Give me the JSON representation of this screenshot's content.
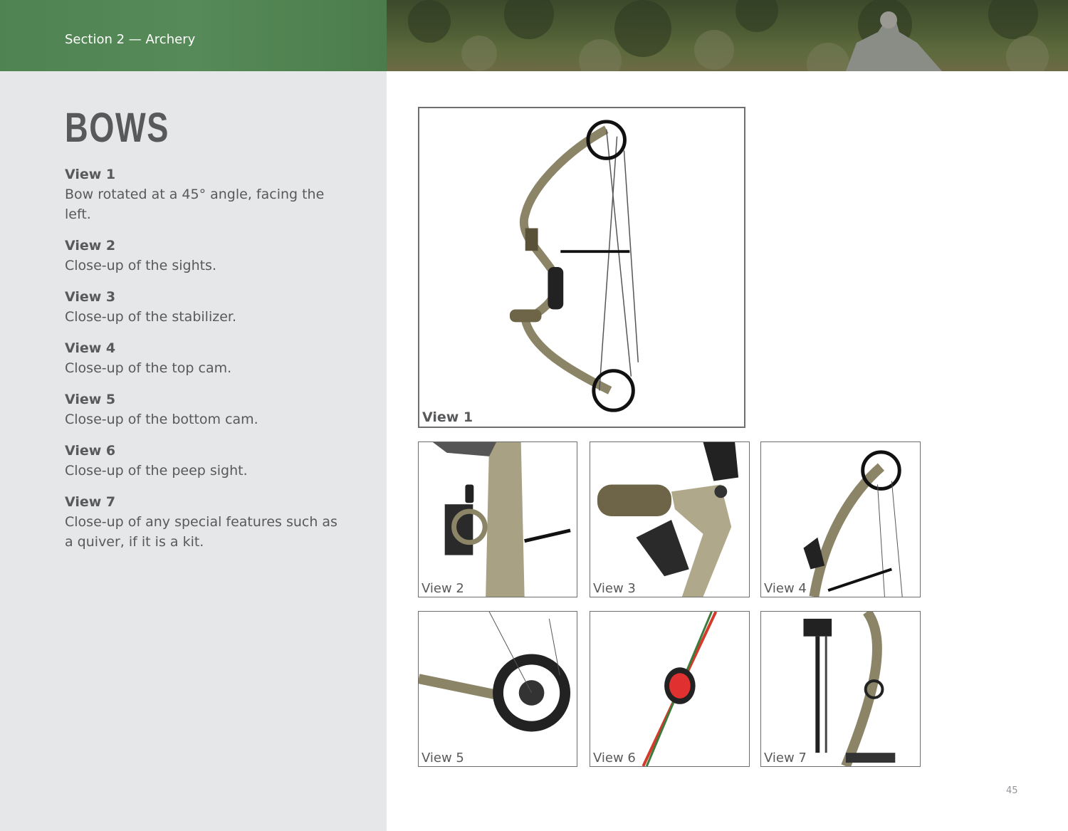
{
  "header": {
    "section": "Section 2 — Archery"
  },
  "page": {
    "title": "BOWS",
    "number": "45"
  },
  "views": [
    {
      "label": "View 1",
      "desc": "Bow rotated at a 45° angle, facing the left."
    },
    {
      "label": "View 2",
      "desc": "Close-up of the sights."
    },
    {
      "label": "View 3",
      "desc": "Close-up of the stabilizer."
    },
    {
      "label": "View 4",
      "desc": "Close-up of the top cam."
    },
    {
      "label": "View 5",
      "desc": "Close-up of the bottom cam."
    },
    {
      "label": "View 6",
      "desc": "Close-up of the peep sight."
    },
    {
      "label": "View 7",
      "desc": "Close-up of any special features such as a quiver, if it is a kit."
    }
  ],
  "photos": [
    "View 1",
    "View 2",
    "View 3",
    "View 4",
    "View 5",
    "View 6",
    "View 7"
  ]
}
